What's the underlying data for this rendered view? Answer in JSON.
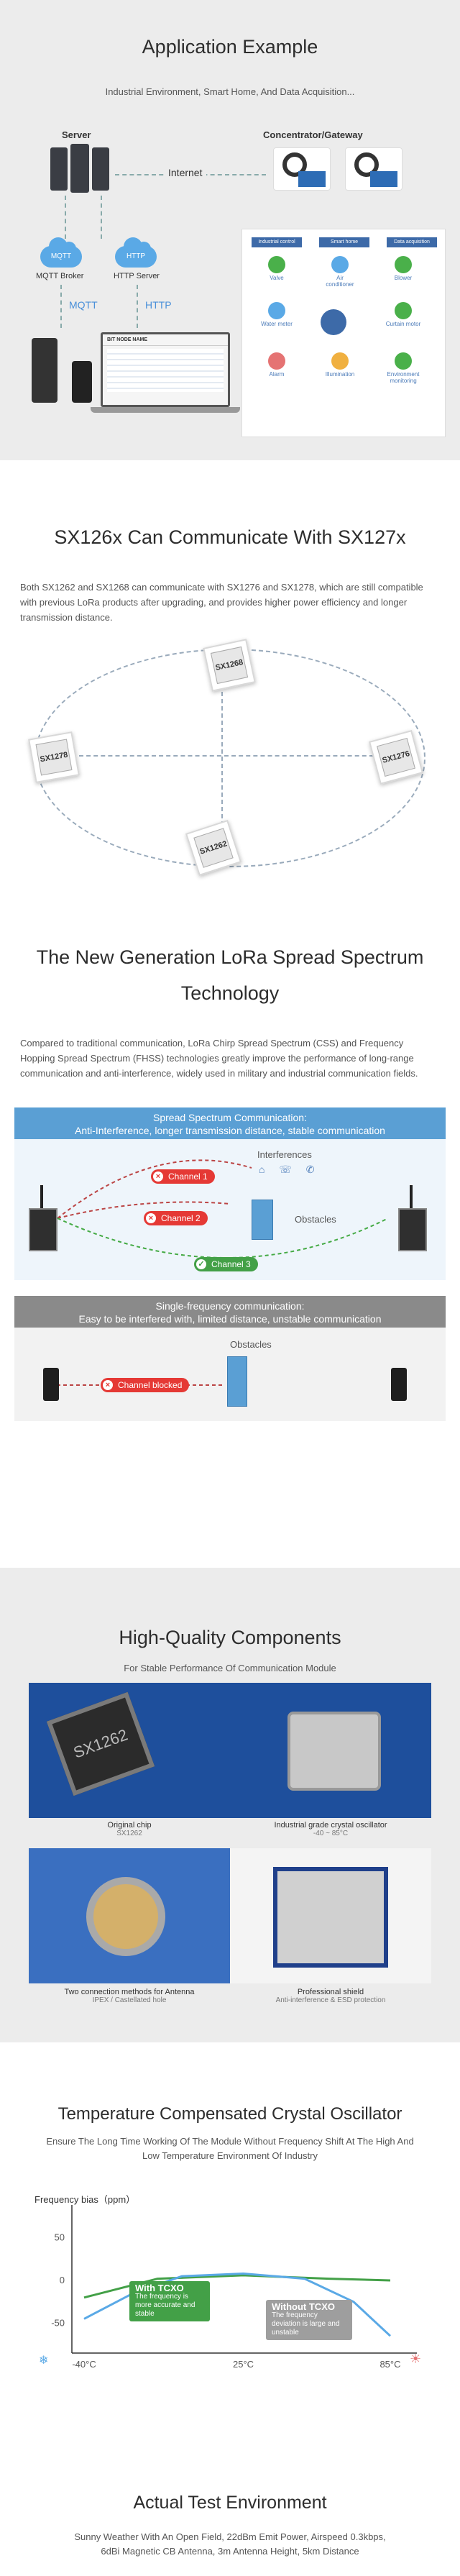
{
  "application": {
    "title": "Application Example",
    "subtitle": "Industrial Environment, Smart Home, And Data Acquisition...",
    "server_label": "Server",
    "gateway_label": "Concentrator/Gateway",
    "internet_label": "Internet",
    "mqtt_broker": "MQTT Broker",
    "http_server": "HTTP Server",
    "mqtt": "MQTT",
    "http": "HTTP",
    "laptop_header": "BIT NODE NAME",
    "categories": [
      "Industrial control",
      "Smart home",
      "Data acquisition"
    ],
    "devices": [
      {
        "label": "Valve",
        "color": "#4ab04a"
      },
      {
        "label": "Air conditioner",
        "color": "#5aa9e6"
      },
      {
        "label": "Blower",
        "color": "#4ab04a"
      },
      {
        "label": "Water meter",
        "color": "#5aa9e6"
      },
      {
        "label": "Curtain motor",
        "color": "#4ab04a"
      },
      {
        "label": "Alarm",
        "color": "#e57373"
      },
      {
        "label": "Illumination",
        "color": "#f0b040"
      },
      {
        "label": "Environment monitoring",
        "color": "#4ab04a"
      }
    ]
  },
  "compat": {
    "title": "SX126x Can Communicate With SX127x",
    "paragraph": "Both SX1262 and SX1268 can communicate with SX1276 and SX1278, which are still compatible with previous LoRa products after upgrading, and provides higher power efficiency and longer transmission distance.",
    "chips": [
      "SX1268",
      "SX1278",
      "SX1276",
      "SX1262"
    ]
  },
  "lora": {
    "title_line1": "The New Generation LoRa Spread Spectrum",
    "title_line2": "Technology",
    "paragraph": "Compared to traditional communication, LoRa Chirp Spread Spectrum (CSS) and Frequency Hopping Spread Spectrum (FHSS) technologies greatly improve the performance of long-range communication and anti-interference, widely used in military and industrial communication fields.",
    "spread_head1": "Spread Spectrum Communication:",
    "spread_head2": "Anti-Interference, longer transmission distance, stable communication",
    "interferences": "Interferences",
    "obstacles": "Obstacles",
    "channel1": "Channel 1",
    "channel2": "Channel 2",
    "channel3": "Channel 3",
    "single_head1": "Single-frequency communication:",
    "single_head2": "Easy to be interfered with, limited distance, unstable communication",
    "obstacles2": "Obstacles",
    "channel_blocked": "Channel blocked",
    "colors": {
      "blocked": "#e53935",
      "ok": "#43a047",
      "head": "#5a9fd4"
    }
  },
  "components": {
    "title": "High-Quality Components",
    "subtitle": "For Stable Performance Of Communication Module",
    "chip_text": "SX1262",
    "items": [
      {
        "title": "Original chip",
        "desc": "SX1262"
      },
      {
        "title": "Industrial grade crystal oscillator",
        "desc": "-40 ~ 85°C"
      },
      {
        "title": "Two connection methods for Antenna",
        "desc": "IPEX / Castellated hole"
      },
      {
        "title": "Professional shield",
        "desc": "Anti-interference & ESD protection"
      }
    ]
  },
  "tcxo": {
    "title": "Temperature Compensated Crystal Oscillator",
    "subtitle": "Ensure The Long Time Working Of The Module Without Frequency Shift At The High And Low Temperature Environment Of Industry",
    "ylabel": "Frequency bias（ppm）",
    "with_title": "With TCXO",
    "with_desc": "The frequency is more accurate and stable",
    "without_title": "Without TCXO",
    "without_desc": "The frequency deviation is large and unstable",
    "chart_data": {
      "type": "line",
      "xlabel": "",
      "ylabel": "Frequency bias（ppm）",
      "x_ticks": [
        "-40°C",
        "25°C",
        "85°C"
      ],
      "y_ticks": [
        "50",
        "0",
        "-50"
      ],
      "ylim": [
        -80,
        80
      ],
      "series": [
        {
          "name": "With TCXO",
          "x": [
            -40,
            -10,
            25,
            60,
            85
          ],
          "values": [
            -20,
            2,
            6,
            2,
            0
          ],
          "color": "#43a047"
        },
        {
          "name": "Without TCXO",
          "x": [
            -40,
            -20,
            0,
            25,
            50,
            70,
            85
          ],
          "values": [
            -45,
            -15,
            5,
            8,
            2,
            -25,
            -65
          ],
          "color": "#5aa9e6"
        }
      ]
    }
  },
  "test": {
    "title": "Actual Test Environment",
    "line1": "Sunny Weather With An Open Field, 22dBm Emit Power, Airspeed 0.3kbps,",
    "line2": "6dBi Magnetic CB Antenna, 3m Antenna Height, 5km Distance"
  }
}
